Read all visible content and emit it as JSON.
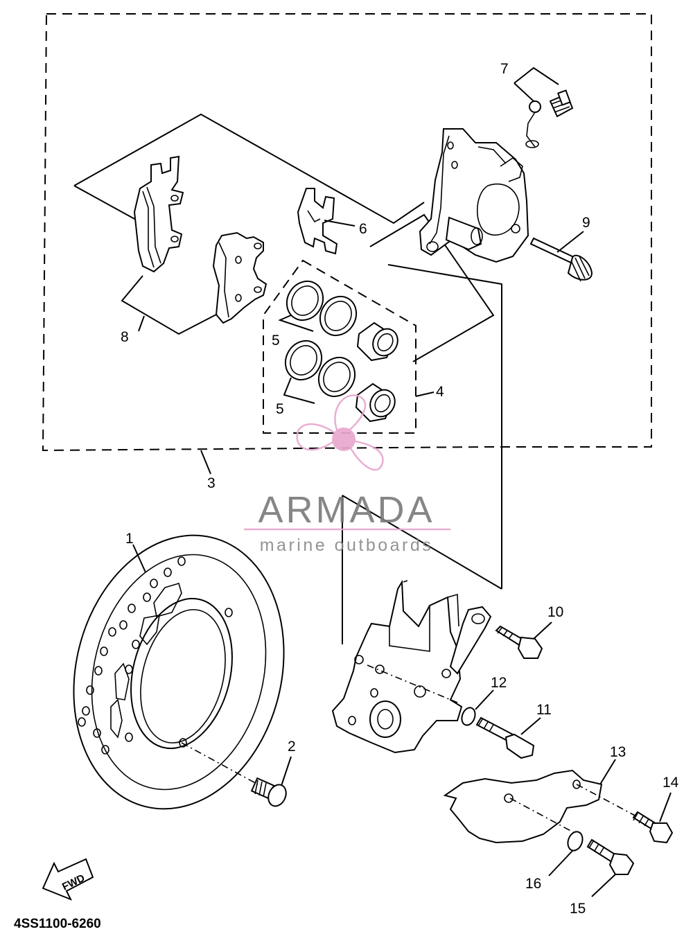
{
  "diagram": {
    "callouts": [
      "1",
      "2",
      "3",
      "4",
      "5",
      "5",
      "6",
      "7",
      "8",
      "9",
      "10",
      "11",
      "12",
      "13",
      "14",
      "15",
      "16"
    ],
    "reference_code": "4SS1100-6260",
    "direction_marker": "FWD"
  },
  "watermark": {
    "brand": "ARMADA",
    "tagline": "marine outboards",
    "logo_color": "#e8a8cf",
    "text_color": "#7c7c7c"
  }
}
